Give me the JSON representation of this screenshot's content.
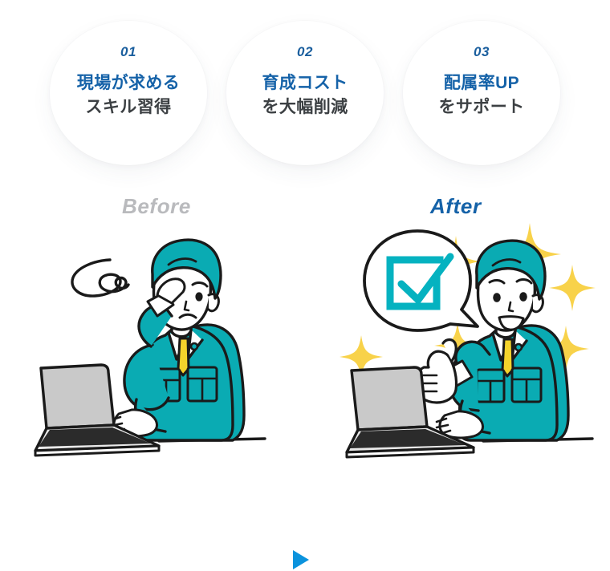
{
  "benefits": {
    "items": [
      {
        "number": "01",
        "line1": "現場が求める",
        "line2": "スキル習得"
      },
      {
        "number": "02",
        "line1": "育成コスト",
        "line2": "を大幅削減"
      },
      {
        "number": "03",
        "line1": "配属率UP",
        "line2": "をサポート"
      }
    ]
  },
  "comparison": {
    "before_label": "Before",
    "after_label": "After",
    "arrow_icon": "play-triangle-right-icon",
    "before": {
      "scene_name": "worker-confused-at-laptop",
      "icons": [
        "confusion-squiggle-icon",
        "laptop-icon",
        "worker-avatar"
      ]
    },
    "after": {
      "scene_name": "worker-confident-thumbs-up-at-laptop",
      "icons": [
        "speech-bubble-checkbox-icon",
        "sparkle-icon",
        "thumbs-up-icon",
        "laptop-icon",
        "worker-avatar"
      ]
    }
  },
  "colors": {
    "accent_blue": "#1562a8",
    "number_blue": "#1b5f9e",
    "text_dark": "#3c4043",
    "before_gray": "#b9babd",
    "arrow_blue": "#0b93dd",
    "uniform_teal": "#0aabb3",
    "sparkle_yellow": "#f8d24a",
    "tie_yellow": "#f5d32b",
    "laptop_gray": "#c9c9c9",
    "outline_black": "#1a1a1a",
    "page_background": "#ffffff"
  }
}
